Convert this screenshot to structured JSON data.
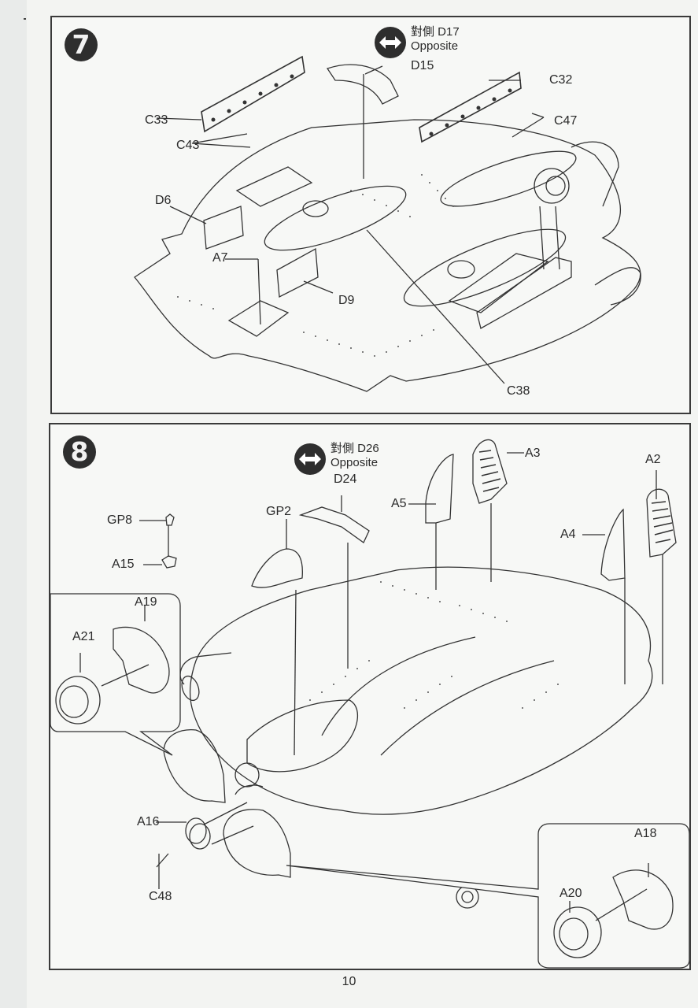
{
  "page": {
    "page_number": "10"
  },
  "steps": [
    {
      "number": "7",
      "opposite": {
        "icon": "double-arrow-icon",
        "line1": "對側 D17",
        "line2": "Opposite"
      },
      "labels": {
        "D15": "D15",
        "C32": "C32",
        "C33": "C33",
        "C43": "C43",
        "C47": "C47",
        "D6": "D6",
        "A7": "A7",
        "D9": "D9",
        "C38": "C38"
      }
    },
    {
      "number": "8",
      "opposite": {
        "icon": "double-arrow-icon",
        "line1": "對側 D26",
        "line2": "Opposite"
      },
      "labels": {
        "D24": "D24",
        "GP8": "GP8",
        "A15": "A15",
        "GP2": "GP2",
        "A3": "A3",
        "A5": "A5",
        "A2": "A2",
        "A4": "A4",
        "A19": "A19",
        "A21": "A21",
        "A16": "A16",
        "C48": "C48",
        "A18": "A18",
        "A20": "A20"
      }
    }
  ]
}
